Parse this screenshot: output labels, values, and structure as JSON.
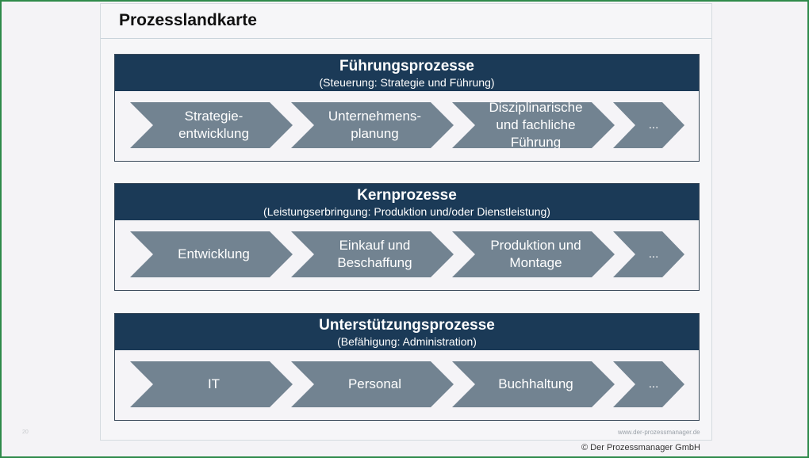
{
  "slide_title": "Prozesslandkarte",
  "sections": [
    {
      "title": "Führungsprozesse",
      "subtitle": "(Steuerung: Strategie und Führung)",
      "steps": [
        "Strategie-\nentwicklung",
        "Unternehmens-\nplanung",
        "Disziplinarische\nund fachliche\nFührung",
        "..."
      ]
    },
    {
      "title": "Kernprozesse",
      "subtitle": "(Leistungserbringung: Produktion und/oder Dienstleistung)",
      "steps": [
        "Entwicklung",
        "Einkauf und\nBeschaffung",
        "Produktion und\nMontage",
        "..."
      ]
    },
    {
      "title": "Unterstützungsprozesse",
      "subtitle": "(Befähigung: Administration)",
      "steps": [
        "IT",
        "Personal",
        "Buchhaltung",
        "..."
      ]
    }
  ],
  "footer": {
    "page_number": "20",
    "watermark": "www.der-prozessmanager.de",
    "copyright": "© Der Prozessmanager GmbH"
  },
  "colors": {
    "header_bg": "#1b3a57",
    "chevron_fill": "#728391",
    "frame_border": "#2e8a4a"
  }
}
